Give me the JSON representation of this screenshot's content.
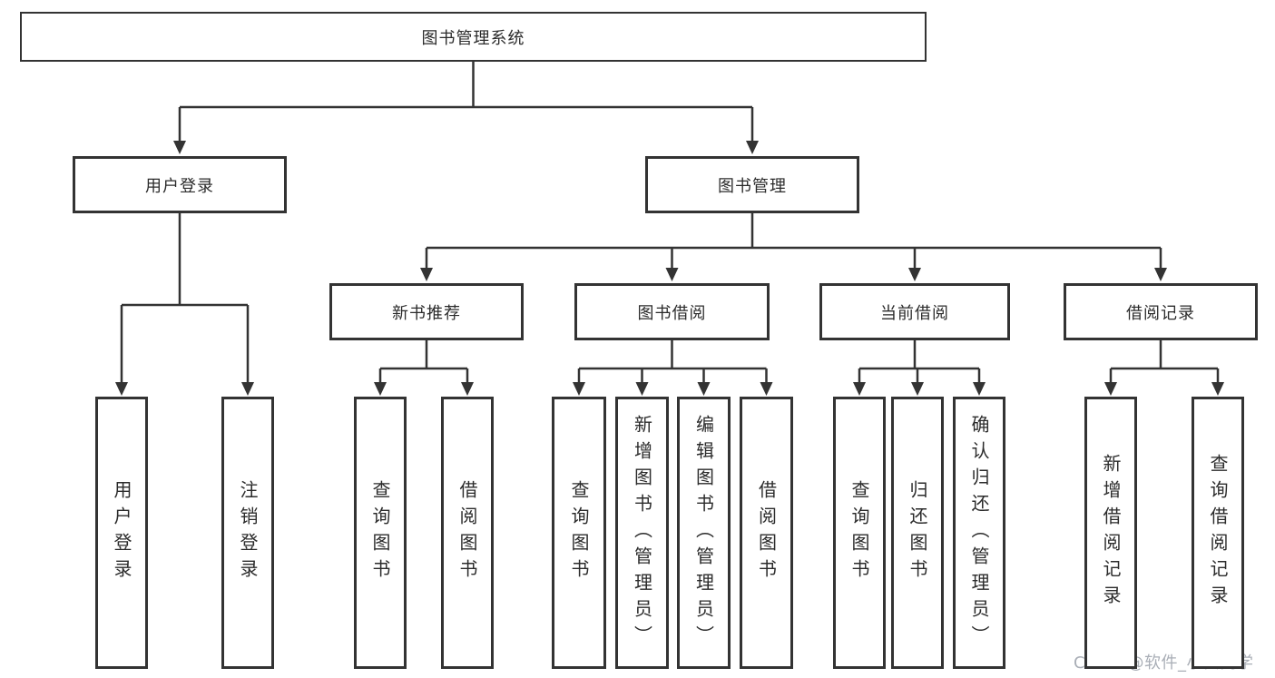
{
  "diagram": {
    "root": {
      "label": "图书管理系统"
    },
    "level2": [
      {
        "id": "user-login",
        "label": "用户登录"
      },
      {
        "id": "book-management",
        "label": "图书管理"
      }
    ],
    "level3": [
      {
        "id": "new-book-recommend",
        "label": "新书推荐",
        "parent": "图书管理"
      },
      {
        "id": "book-borrowing",
        "label": "图书借阅",
        "parent": "图书管理"
      },
      {
        "id": "current-borrowing",
        "label": "当前借阅",
        "parent": "图书管理"
      },
      {
        "id": "borrowing-records",
        "label": "借阅记录",
        "parent": "图书管理"
      }
    ],
    "leaves": [
      {
        "id": "leaf-user-login",
        "label": "用户登录",
        "parent": "用户登录"
      },
      {
        "id": "leaf-logout",
        "label": "注销登录",
        "parent": "用户登录"
      },
      {
        "id": "leaf-query-books-recommend",
        "label": "查询图书",
        "parent": "新书推荐"
      },
      {
        "id": "leaf-borrow-books-recommend",
        "label": "借阅图书",
        "parent": "新书推荐"
      },
      {
        "id": "leaf-query-books-borrowing",
        "label": "查询图书",
        "parent": "图书借阅"
      },
      {
        "id": "leaf-add-books-admin",
        "label": "新增图书（管理员）",
        "parent": "图书借阅"
      },
      {
        "id": "leaf-edit-books-admin",
        "label": "编辑图书（管理员）",
        "parent": "图书借阅"
      },
      {
        "id": "leaf-borrow-books-borrowing",
        "label": "借阅图书",
        "parent": "图书借阅"
      },
      {
        "id": "leaf-query-books-current",
        "label": "查询图书",
        "parent": "当前借阅"
      },
      {
        "id": "leaf-return-books",
        "label": "归还图书",
        "parent": "当前借阅"
      },
      {
        "id": "leaf-confirm-return-admin",
        "label": "确认归还（管理员）",
        "parent": "当前借阅"
      },
      {
        "id": "leaf-add-borrow-record",
        "label": "新增借阅记录",
        "parent": "借阅记录"
      },
      {
        "id": "leaf-query-borrow-record",
        "label": "查询借阅记录",
        "parent": "借阅记录"
      }
    ]
  },
  "watermark": {
    "text": "CSDN @软件_小贺同学"
  },
  "colors": {
    "line": "#333333",
    "box_border": "#333333",
    "box_fill": "#ffffff",
    "text": "#2b2b2b",
    "watermark": "#a9aeb6",
    "background": "#ffffff"
  }
}
